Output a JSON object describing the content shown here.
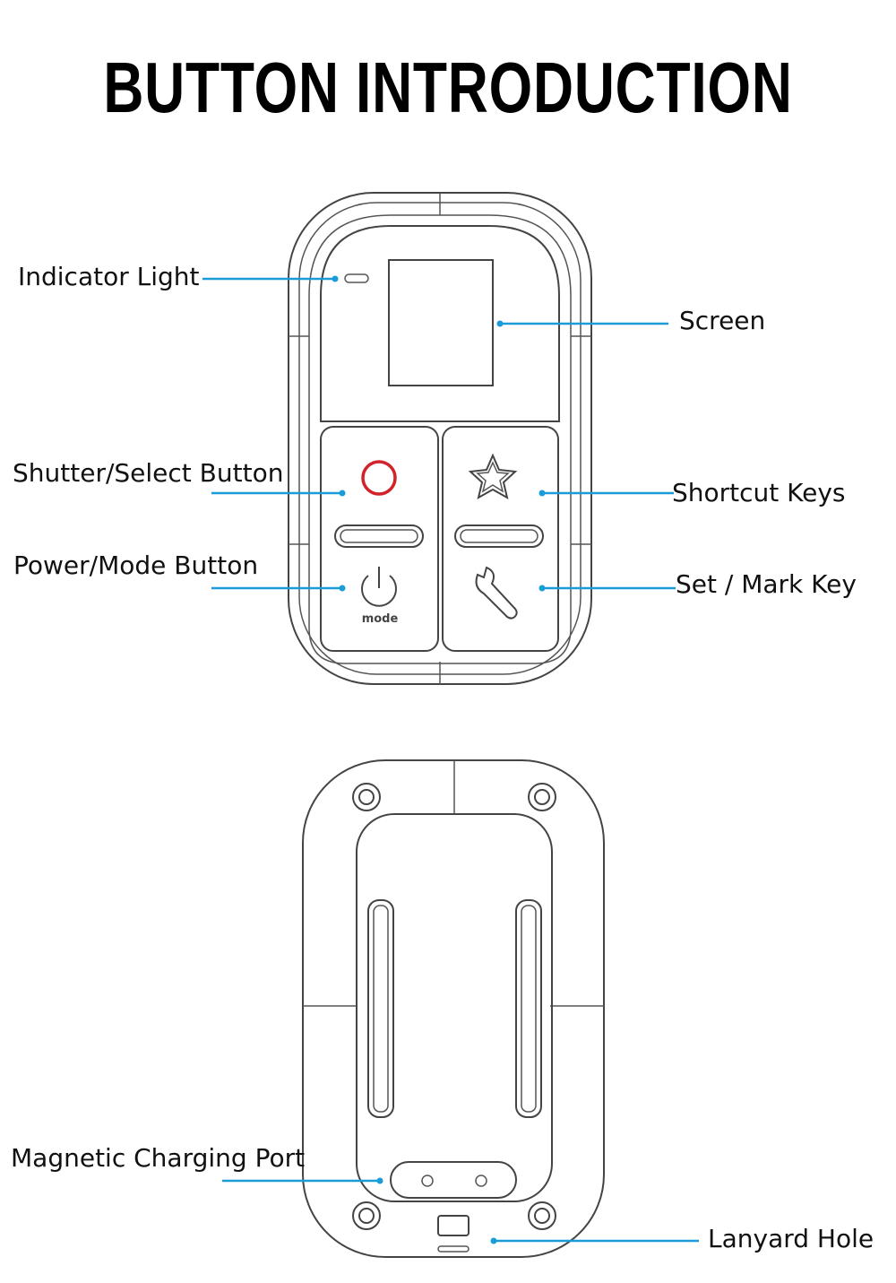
{
  "title": "BUTTON INTRODUCTION",
  "labels": {
    "indicator_light": "Indicator Light",
    "screen": "Screen",
    "shutter_select": "Shutter/Select Button",
    "shortcut_keys": "Shortcut Keys",
    "power_mode": "Power/Mode Button",
    "set_mark": "Set / Mark Key",
    "magnetic_charging": "Magnetic Charging Port",
    "lanyard_hole": "Lanyard Hole"
  },
  "device": {
    "mode_text": "mode"
  },
  "icons": {
    "shutter": "record-circle-icon",
    "shortcut": "star-icon",
    "power": "power-icon",
    "settings": "wrench-icon"
  },
  "colors": {
    "callout": "#1a9cd8",
    "shutter_ring": "#d2232a",
    "outline": "#444444"
  }
}
